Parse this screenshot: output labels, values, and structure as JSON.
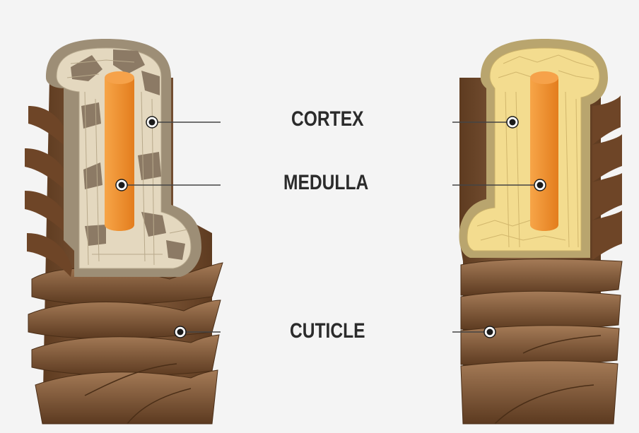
{
  "labels": {
    "cortex": "CORTEX",
    "medulla": "MEDULLA",
    "cuticle": "CUTICLE"
  },
  "colors": {
    "background": "#f4f4f4",
    "cuticle_brown": "#6b4427",
    "cuticle_light": "#9a7050",
    "cortex_left": "#e4d8bf",
    "cortex_right": "#f3dc8f",
    "medulla": "#f0922e",
    "label_text": "#2b2b2b",
    "leader_line": "#444444"
  }
}
